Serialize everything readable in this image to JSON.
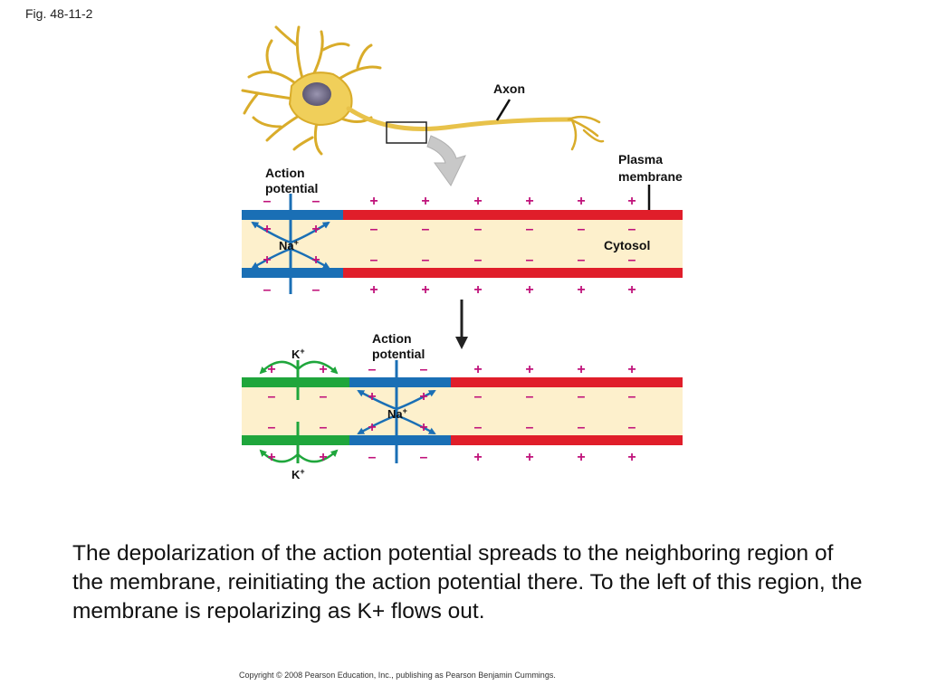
{
  "figure": {
    "label": "Fig. 48-11-2"
  },
  "labels": {
    "axon": "Axon",
    "plasma_membrane": [
      "Plasma",
      "membrane"
    ],
    "action_potential": [
      "Action",
      "potential"
    ],
    "cytosol": "Cytosol",
    "sodium_base": "Na",
    "potassium_base": "K",
    "ion_charge": "+"
  },
  "charge_signs": {
    "positive": "+",
    "negative": "–"
  },
  "colors": {
    "resting_membrane": "#e01e2a",
    "active_membrane": "#1a6fb5",
    "repolarizing_membrane": "#1fa63c",
    "cytosol": "#fdf0cc",
    "positive_charge": "#c0127a",
    "negative_charge": "#c0127a",
    "sodium_arrow": "#1a6fb5",
    "potassium_arrow": "#1fa63c",
    "neuron": "#e8c24a"
  },
  "caption": "The depolarization of the action potential spreads to the neighboring region of the membrane, reinitiating the action potential there.  To the left of this region, the membrane is repolarizing as K+ flows out.",
  "copyright": "Copyright © 2008 Pearson Education, Inc., publishing as Pearson Benjamin Cummings."
}
